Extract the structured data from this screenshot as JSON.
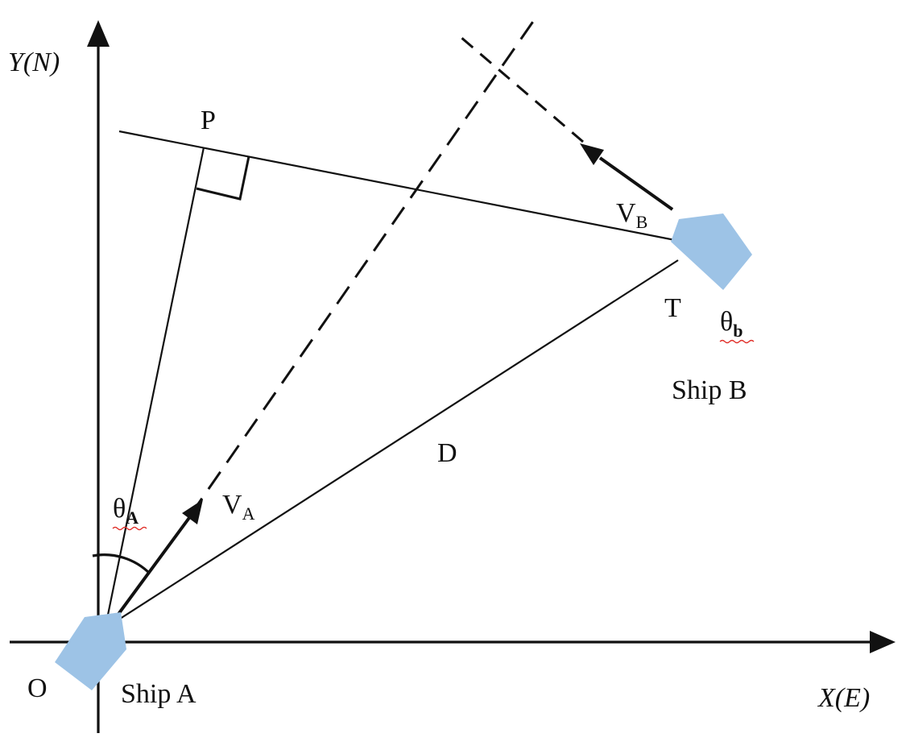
{
  "diagram": {
    "axes": {
      "x_label": "X(E)",
      "y_label": "Y(N)",
      "origin_label": "O"
    },
    "ships": [
      {
        "name": "Ship A",
        "color": "#9dc3e6"
      },
      {
        "name": "Ship B",
        "color": "#9dc3e6"
      }
    ],
    "points": {
      "p": "P",
      "t": "T",
      "d": "D"
    },
    "vectors": {
      "va": {
        "main": "V",
        "sub": "A"
      },
      "vb": {
        "main": "V",
        "sub": "B"
      }
    },
    "angles": {
      "theta_a": {
        "main": "θ",
        "sub": "A"
      },
      "theta_b": {
        "main": "θ",
        "sub": "b"
      }
    }
  }
}
